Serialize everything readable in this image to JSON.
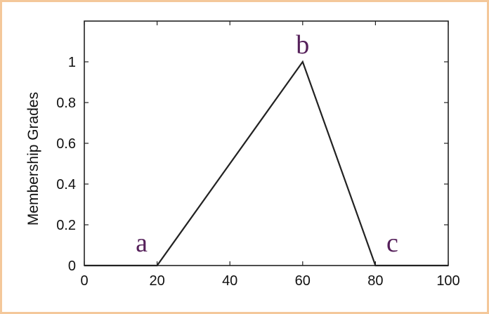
{
  "chart_data": {
    "type": "line",
    "title": "",
    "xlabel": "",
    "ylabel": "Membership Grades",
    "xlim": [
      0,
      100
    ],
    "ylim": [
      0,
      1.2
    ],
    "xticks": [
      0,
      20,
      40,
      60,
      80,
      100
    ],
    "yticks": [
      0,
      0.2,
      0.4,
      0.6,
      0.8,
      1
    ],
    "grid": false,
    "series": [
      {
        "x": [
          0,
          20,
          60,
          80,
          100
        ],
        "y": [
          0,
          0,
          1,
          0,
          0
        ]
      }
    ],
    "annotations": [
      {
        "text": "a",
        "x": 20,
        "y": 0
      },
      {
        "text": "b",
        "x": 60,
        "y": 1
      },
      {
        "text": "c",
        "x": 80,
        "y": 0
      }
    ],
    "colors": {
      "line": "#222222",
      "axis": "#222222",
      "annotation": "#55205a",
      "frame": "#f4c89a"
    }
  }
}
